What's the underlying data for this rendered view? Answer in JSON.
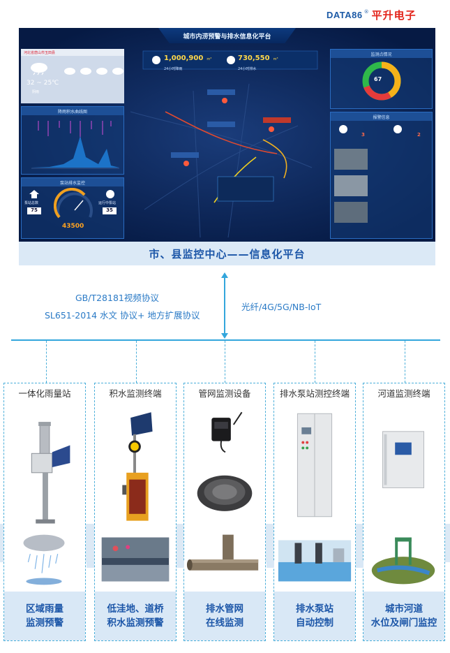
{
  "brand": {
    "name_en": "DATA86",
    "reg": "®",
    "name_cn": "平升电子"
  },
  "dashboard": {
    "title": "城市内涝预警与排水信息化平台",
    "weather": {
      "header": "河北省唐山市玉田县",
      "temp": "32 ~ 25℃",
      "condition": "阴雨"
    },
    "rainfall_total": {
      "value": "1,000,900",
      "unit": "m³",
      "caption": "24小时降雨"
    },
    "drainage_total": {
      "value": "730,550",
      "unit": "m³",
      "caption": "24小时排水"
    },
    "ponding_chart_title": "降雨积水曲线图",
    "pump_panel_title": "泵站排水监控",
    "pump_left_label": "泵站总数",
    "pump_left_value": "75",
    "pump_right_label": "运行中泵站",
    "pump_right_value": "35",
    "pump_gauge_value": "43500",
    "donut_title": "监测点情况",
    "donut_center": "67",
    "alarm_title": "报警信息",
    "alarm_left": "3",
    "alarm_right": "2"
  },
  "caption": "市、县监控中心——信息化平台",
  "protocols": {
    "left_line1": "GB/T28181视频协议",
    "left_line2": "SL651-2014 水文 协议+ 地方扩展协议",
    "right": "光纤/4G/5G/NB-IoT"
  },
  "devices": [
    {
      "title": "一体化雨量站",
      "foot1": "区域雨量",
      "foot2": "监测预警"
    },
    {
      "title": "积水监测终端",
      "foot1": "低洼地、道桥",
      "foot2": "积水监测预警"
    },
    {
      "title": "管网监测设备",
      "foot1": "排水管网",
      "foot2": "在线监测"
    },
    {
      "title": "排水泵站测控终端",
      "foot1": "排水泵站",
      "foot2": "自动控制"
    },
    {
      "title": "河道监测终端",
      "foot1": "城市河道",
      "foot2": "水位及闸门监控"
    }
  ],
  "colors": {
    "accent": "#1c56a8",
    "line": "#33a6dc",
    "brand_red": "#e3241b"
  }
}
